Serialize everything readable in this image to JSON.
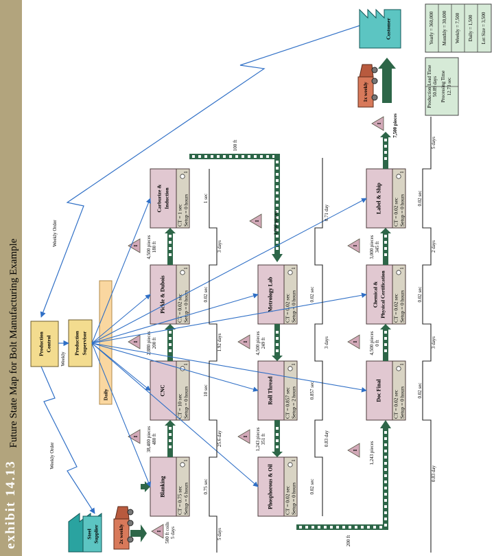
{
  "exhibit": "exhibit 14.13",
  "title": "Future State Map for Bolt Manufacturing Example",
  "production_control": "Production Control",
  "production_supervisor": "Production Supervisor",
  "daily": "Daily",
  "weekly": "Weekly",
  "weekly_order": "Weekly Order",
  "weekly_order_bottom": "Weekly Order",
  "steel_supplier": "Steel Supplier",
  "customer": "Customer",
  "truck_in": "2x weekly",
  "truck_out": "1x weekly",
  "raw_inventory": [
    "500 ft coils",
    "5 days"
  ],
  "finished_inventory": "7,500 pieces",
  "customer_demand": {
    "yearly": "Yearly = 360,000",
    "monthly": "Monthly = 30,000",
    "weekly": "Weekly = 7,500",
    "daily": "Daily = 1,500",
    "lot": "Lot Size = 3,500"
  },
  "lead_time": {
    "label": "Production Lead Time",
    "value": "50.89 days",
    "proc_label": "Processing Time",
    "proc_value": "12.73 sec"
  },
  "processes": [
    {
      "name": "Blanking",
      "ct": "CT = 0.75 sec",
      "setup": "Setup = 6 hours",
      "ops": "1"
    },
    {
      "name": "CNC",
      "ct": "CT = 10 sec",
      "setup": "Setup = 0 hours",
      "ops": "1"
    },
    {
      "name": "Pickle & Dubois",
      "ct": "CT = 0.02 sec",
      "setup": "Setup = 0 hours",
      "ops": "1"
    },
    {
      "name": "Carburize & Induction",
      "ct": "CT = 1 sec",
      "setup": "Setup = 0 hours",
      "ops": "1"
    },
    {
      "name": "Phosphorous & Oil",
      "ct": "CT = 0.02 sec",
      "setup": "Setup = 0 hours",
      "ops": "1"
    },
    {
      "name": "Roll Thread",
      "ct": "CT = 0.857 sec",
      "setup": "Setup = 2 hours",
      "ops": "1"
    },
    {
      "name": "Metrology Lab",
      "ct": "CT = 0.02 sec",
      "setup": "Setup = 0 hours",
      "ops": "1"
    },
    {
      "name": "Doc Final",
      "ct": "CT = 0.02 sec",
      "setup": "Setup = 0 hours",
      "ops": "1"
    },
    {
      "name": "Chemical & Physical Certification",
      "ct": "CT = 0.02 sec",
      "setup": "Setup = 0 hours",
      "ops": "1"
    },
    {
      "name": "Label & Ship",
      "ct": "CT = 0.02 sec",
      "setup": "Setup = 0 hours",
      "ops": "1"
    }
  ],
  "inventories": [
    {
      "pieces": "38,400 pieces",
      "ft": "480 ft"
    },
    {
      "pieces": "2,880 pieces",
      "ft": "200 ft"
    },
    {
      "pieces": "4,500 pieces",
      "ft": "180 ft"
    },
    {
      "pieces": "1,243 pieces",
      "ft": "351 ft"
    },
    {
      "pieces": "4,500 pieces",
      "ft": "249 ft"
    },
    {
      "pieces": "1,066 pieces",
      "ft": ""
    },
    {
      "pieces": "1,243 pieces",
      "ft": ""
    },
    {
      "pieces": "4,500 pieces",
      "ft": "0 ft"
    },
    {
      "pieces": "3,000 pieces",
      "ft": "345 ft"
    }
  ],
  "conveyor_labels": {
    "top": "100 ft",
    "bottom": "200 ft"
  },
  "timeline1": {
    "days": [
      "5 days",
      "25.6 day",
      "1.92 days",
      "3 days"
    ],
    "secs": [
      "0.75 sec",
      "10 sec",
      "0.02 sec",
      "1 sec"
    ]
  },
  "timeline2": {
    "days": [
      "0.83 day",
      "3 days",
      "0.71 day"
    ],
    "secs": [
      "0.02 sec",
      "0.857 sec",
      "0.02 sec"
    ]
  },
  "timeline3": {
    "days": [
      "0.83 day",
      "3 days",
      "2 days",
      "5 days"
    ],
    "secs": [
      "0.02 sec",
      "0.02 sec",
      "0.02 sec"
    ]
  }
}
